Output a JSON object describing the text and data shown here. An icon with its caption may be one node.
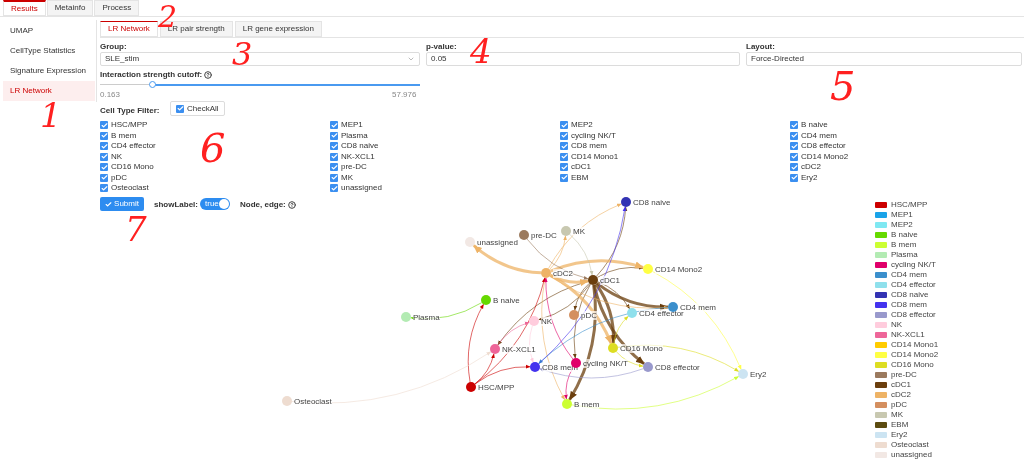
{
  "diagram": {
    "nodes": [
      {
        "text": [
          "CD8 naive"
        ]
      },
      {
        "text": [
          "MK"
        ]
      },
      {
        "text": [
          "pre-DC"
        ]
      },
      {
        "text": [
          "unassigned"
        ]
      },
      {
        "text": [
          "cDC2"
        ]
      },
      {
        "text": [
          "cDC1"
        ]
      },
      {
        "text": [
          "CD14 Mono2"
        ]
      },
      {
        "text": [
          "B naive"
        ]
      },
      {
        "text": [
          "Plasma"
        ]
      },
      {
        "text": [
          "NK"
        ]
      },
      {
        "text": [
          "pDC"
        ]
      },
      {
        "text": [
          "CD4 effector"
        ]
      },
      {
        "text": [
          "CD4 mem"
        ]
      },
      {
        "text": [
          "NK-XCL1"
        ]
      },
      {
        "text": [
          "CD16 Mono"
        ]
      },
      {
        "text": [
          "CD8 mem"
        ]
      },
      {
        "text": [
          "cycling NK/T"
        ]
      },
      {
        "text": [
          "CD8 effector"
        ]
      },
      {
        "text": [
          "HSC/MPP"
        ]
      },
      {
        "text": [
          "B mem"
        ]
      },
      {
        "text": [
          "Ery2"
        ]
      },
      {
        "text": [
          "Osteoclast"
        ]
      }
    ],
    "edges": [
      {
        "from": 5,
        "to": 0,
        "arrow": "to",
        "color": "#6b3f0e"
      },
      {
        "from": 5,
        "to": 6,
        "arrow": "to",
        "color": "#6b3f0e"
      },
      {
        "from": 5,
        "to": 12,
        "arrow": "to",
        "color": "#6b3f0e",
        "style": "thick"
      },
      {
        "from": 5,
        "to": 11,
        "arrow": "to",
        "color": "#6b3f0e"
      },
      {
        "from": 5,
        "to": 17,
        "arrow": "to",
        "color": "#6b3f0e",
        "style": "thick"
      },
      {
        "from": 5,
        "to": 19,
        "arrow": "to",
        "color": "#6b3f0e",
        "style": "thick"
      },
      {
        "from": 5,
        "to": 16,
        "arrow": "to",
        "color": "#6b3f0e"
      },
      {
        "from": 5,
        "to": 14,
        "arrow": "to",
        "color": "#6b3f0e",
        "style": "thick"
      },
      {
        "from": 5,
        "to": 10,
        "arrow": "to",
        "color": "#6b3f0e"
      },
      {
        "from": 5,
        "to": 9,
        "arrow": "to",
        "color": "#6b3f0e"
      },
      {
        "from": 5,
        "to": 13,
        "arrow": "to",
        "color": "#6b3f0e"
      },
      {
        "from": 4,
        "to": 3,
        "arrow": "to",
        "color": "#eeb366",
        "style": "thick"
      },
      {
        "from": 4,
        "to": 1,
        "arrow": "to",
        "color": "#eeb366"
      },
      {
        "from": 4,
        "to": 6,
        "arrow": "to",
        "color": "#eeb366",
        "style": "thick"
      },
      {
        "from": 4,
        "to": 12,
        "arrow": "to",
        "color": "#eeb366"
      },
      {
        "from": 4,
        "to": 14,
        "arrow": "to",
        "color": "#eeb366",
        "style": "thick"
      },
      {
        "from": 4,
        "to": 19,
        "arrow": "to",
        "color": "#eeb366"
      },
      {
        "from": 4,
        "to": 0,
        "arrow": "to",
        "color": "#eeb366"
      },
      {
        "from": 4,
        "to": 5,
        "arrow": "to",
        "color": "#eeb366",
        "style": "thick"
      },
      {
        "from": 18,
        "to": 7,
        "arrow": "to",
        "color": "#cc0000"
      },
      {
        "from": 18,
        "to": 13,
        "arrow": "to",
        "color": "#cc0000"
      },
      {
        "from": 18,
        "to": 15,
        "arrow": "to",
        "color": "#cc0000"
      },
      {
        "from": 18,
        "to": 4,
        "arrow": "to",
        "color": "#cc0000"
      },
      {
        "from": 14,
        "to": 20,
        "arrow": "to",
        "color": "#dddd22"
      },
      {
        "from": 14,
        "to": 17,
        "arrow": "to",
        "color": "#dddd22"
      },
      {
        "from": 14,
        "to": 11,
        "arrow": "to",
        "color": "#dddd22"
      },
      {
        "from": 19,
        "to": 20,
        "arrow": "to",
        "color": "#ccff33"
      },
      {
        "from": 6,
        "to": 20,
        "arrow": "to",
        "color": "#ffff44"
      },
      {
        "from": 12,
        "to": 15,
        "arrow": "to",
        "color": "#3b8fcc"
      },
      {
        "from": 16,
        "to": 4,
        "arrow": "to",
        "color": "#e0006a"
      },
      {
        "from": 16,
        "to": 19,
        "arrow": "to",
        "color": "#e0006a"
      },
      {
        "from": 7,
        "to": 8,
        "arrow": "to",
        "color": "#66d900"
      },
      {
        "from": 9,
        "to": 15,
        "arrow": "to",
        "color": "#ffccdd"
      },
      {
        "from": 13,
        "to": 9,
        "arrow": "to",
        "color": "#ee6699"
      },
      {
        "from": 2,
        "to": 5,
        "arrow": "to",
        "color": "#9b7a5e"
      },
      {
        "from": 1,
        "to": 5,
        "arrow": "to",
        "color": "#c8c8b0"
      },
      {
        "from": 15,
        "to": 0,
        "arrow": "to",
        "color": "#4433ee"
      },
      {
        "from": 17,
        "to": 15,
        "arrow": "to",
        "color": "#9999cc"
      },
      {
        "from": 21,
        "to": 13,
        "arrow": "to",
        "color": "#eedcd0"
      }
    ],
    "labels": [
      "Results",
      "Metainfo",
      "Process",
      "UMAP",
      "CellType Statistics",
      "Signature Expression",
      "LR Network",
      "LR Network",
      "LR pair strength",
      "LR gene expression",
      "Group:",
      "SLE_stim",
      "p-value:",
      "0.05",
      "Layout:",
      "Force-Directed",
      "Interaction strength cutoff:",
      "0.163",
      "57.976",
      "Cell Type Filter:",
      "CheckAll",
      "HSC/MPP",
      "MEP1",
      "MEP2",
      "B naive",
      "B mem",
      "Plasma",
      "cycling NK/T",
      "CD4 mem",
      "CD4 effector",
      "CD8 naive",
      "CD8 mem",
      "CD8 effector",
      "NK",
      "NK-XCL1",
      "CD14 Mono1",
      "CD14 Mono2",
      "CD16 Mono",
      "pre-DC",
      "cDC1",
      "cDC2",
      "pDC",
      "MK",
      "EBM",
      "Ery2",
      "Osteoclast",
      "unassigned",
      "Submit",
      "showLabel:",
      "true",
      "Node, edge:",
      "1",
      "2",
      "3",
      "4",
      "5",
      "6",
      "7"
    ],
    "legend": [
      {
        "text": "HSC/MPP",
        "color": "#cc0000"
      },
      {
        "text": "MEP1",
        "color": "#1aa3e8"
      },
      {
        "text": "MEP2",
        "color": "#7fe8f2"
      },
      {
        "text": "B naive",
        "color": "#66d900"
      },
      {
        "text": "B mem",
        "color": "#ccff33"
      },
      {
        "text": "Plasma",
        "color": "#b3ebb3"
      },
      {
        "text": "cycling NK/T",
        "color": "#e0006a"
      },
      {
        "text": "CD4 mem",
        "color": "#3b8fcc"
      },
      {
        "text": "CD4 effector",
        "color": "#8fe0ec"
      },
      {
        "text": "CD8 naive",
        "color": "#3333b3"
      },
      {
        "text": "CD8 mem",
        "color": "#4433ee"
      },
      {
        "text": "CD8 effector",
        "color": "#9999cc"
      },
      {
        "text": "NK",
        "color": "#ffccdd"
      },
      {
        "text": "NK-XCL1",
        "color": "#ee6699"
      },
      {
        "text": "CD14 Mono1",
        "color": "#ffcc00"
      },
      {
        "text": "CD14 Mono2",
        "color": "#ffff44"
      },
      {
        "text": "CD16 Mono",
        "color": "#dddd22"
      },
      {
        "text": "pre-DC",
        "color": "#9b7a5e"
      },
      {
        "text": "cDC1",
        "color": "#6b3f0e"
      },
      {
        "text": "cDC2",
        "color": "#eeb366"
      },
      {
        "text": "pDC",
        "color": "#d48f5f"
      },
      {
        "text": "MK",
        "color": "#c8c8b0"
      },
      {
        "text": "EBM",
        "color": "#5c4c10"
      },
      {
        "text": "Ery2",
        "color": "#cce4f2"
      },
      {
        "text": "Osteoclast",
        "color": "#eedcd0"
      },
      {
        "text": "unassigned",
        "color": "#f2e8e4"
      }
    ]
  }
}
